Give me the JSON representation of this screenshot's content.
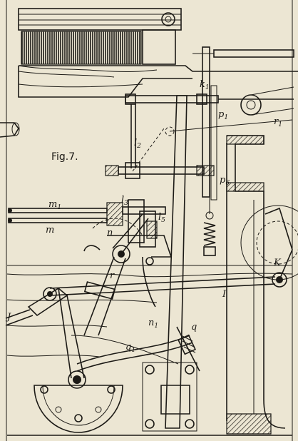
{
  "figure_title": "Fig.7.",
  "labels": {
    "k1": "k",
    "k1_sub": "1",
    "p1": "p",
    "p1_sub": "1",
    "r1": "r",
    "r1_sub": "1",
    "l2": "l",
    "l2_sub": "2",
    "p6": "p",
    "p6_sub": "6",
    "m1": "m",
    "m1_sub": "1",
    "m": "m",
    "l3": "l",
    "l3_sub": "3",
    "l5": "l",
    "l5_sub": "5",
    "n": "n",
    "r": "r",
    "n1": "n",
    "n1_sub": "1",
    "K": "K",
    "I": "I",
    "J": "J",
    "q": "q",
    "q1": "q",
    "q1_sub": "1"
  }
}
